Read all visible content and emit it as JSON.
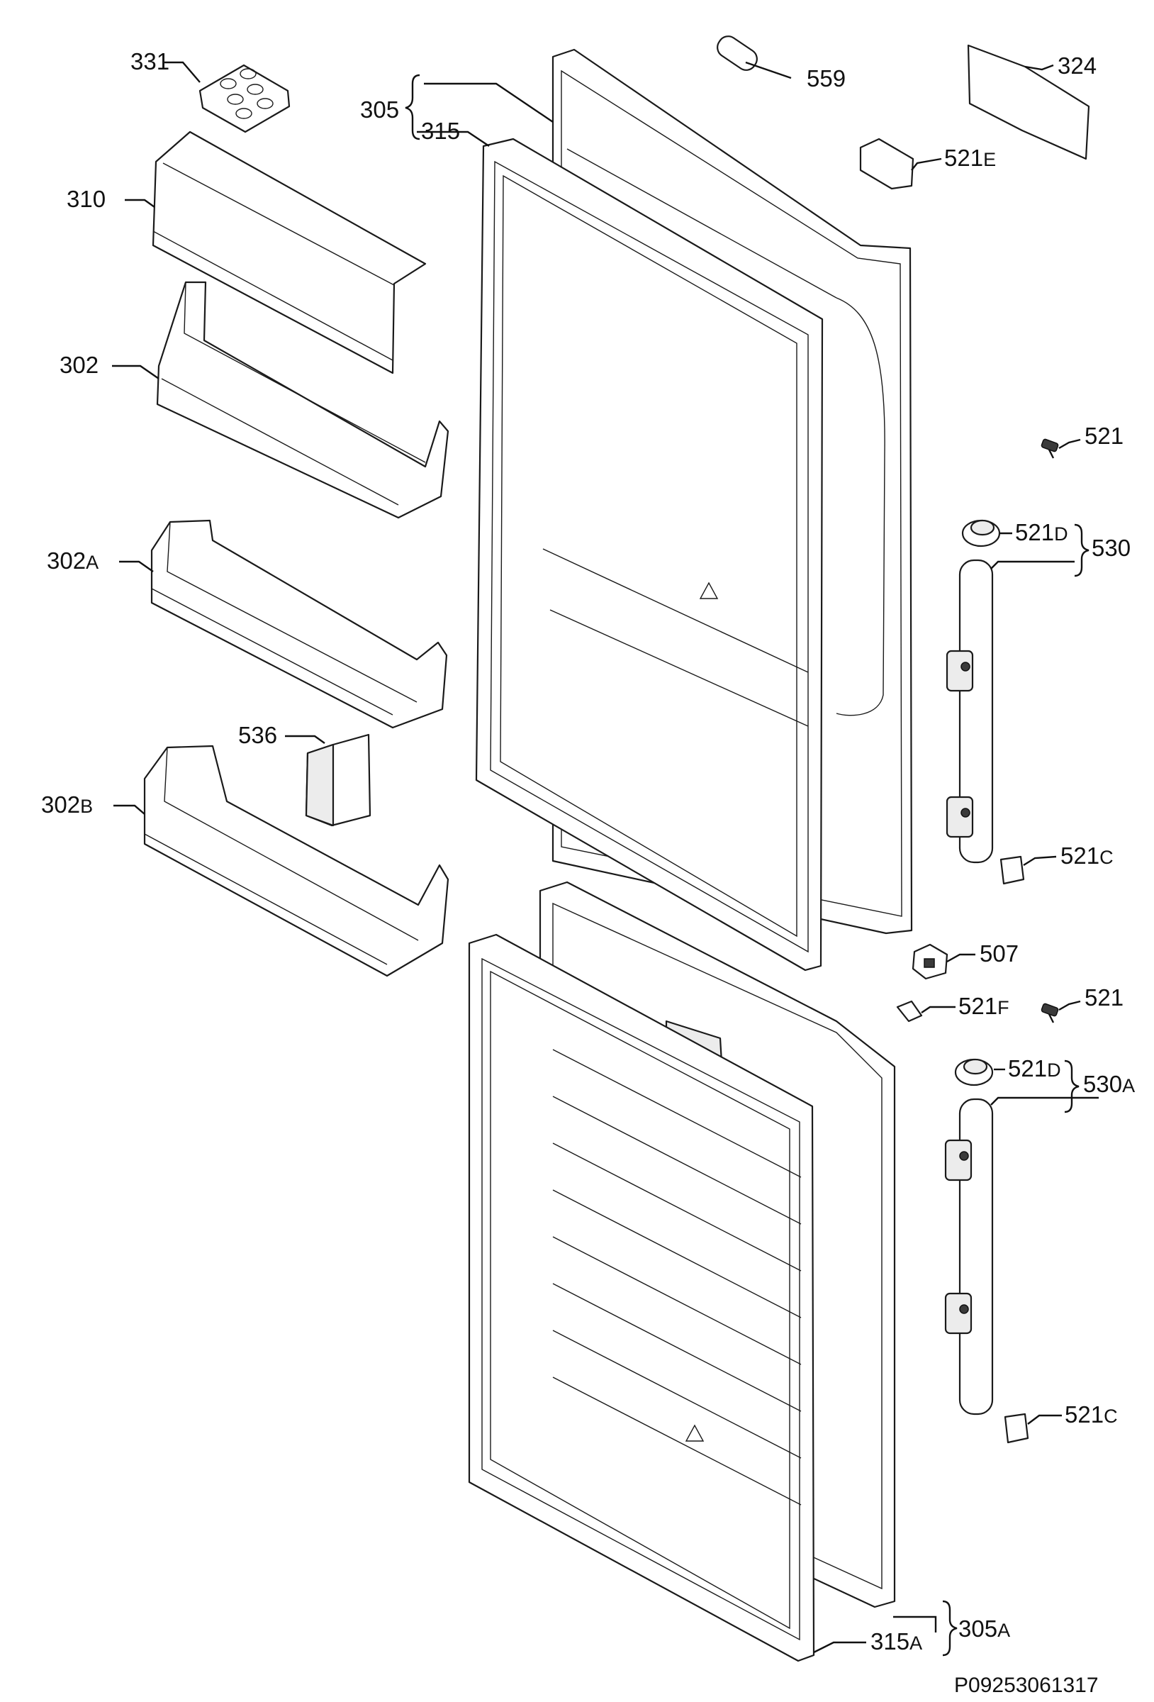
{
  "diagram": {
    "document_id": "P09253061317",
    "labels": {
      "p331": "331",
      "p305": "305",
      "p315": "315",
      "p559": "559",
      "p324": "324",
      "p521E_num": "521",
      "p521E_suf": "E",
      "p310": "310",
      "p302": "302",
      "p521_top": "521",
      "p521D_top_num": "521",
      "p521D_top_suf": "D",
      "p530": "530",
      "p302A_num": "302",
      "p302A_suf": "A",
      "p536": "536",
      "p302B_num": "302",
      "p302B_suf": "B",
      "p521C_top_num": "521",
      "p521C_top_suf": "C",
      "p507": "507",
      "p521F_num": "521",
      "p521F_suf": "F",
      "p521_bot": "521",
      "p521D_bot_num": "521",
      "p521D_bot_suf": "D",
      "p530A_num": "530",
      "p530A_suf": "A",
      "p521C_bot_num": "521",
      "p521C_bot_suf": "C",
      "p315A_num": "315",
      "p315A_suf": "A",
      "p305A_num": "305",
      "p305A_suf": "A"
    }
  }
}
